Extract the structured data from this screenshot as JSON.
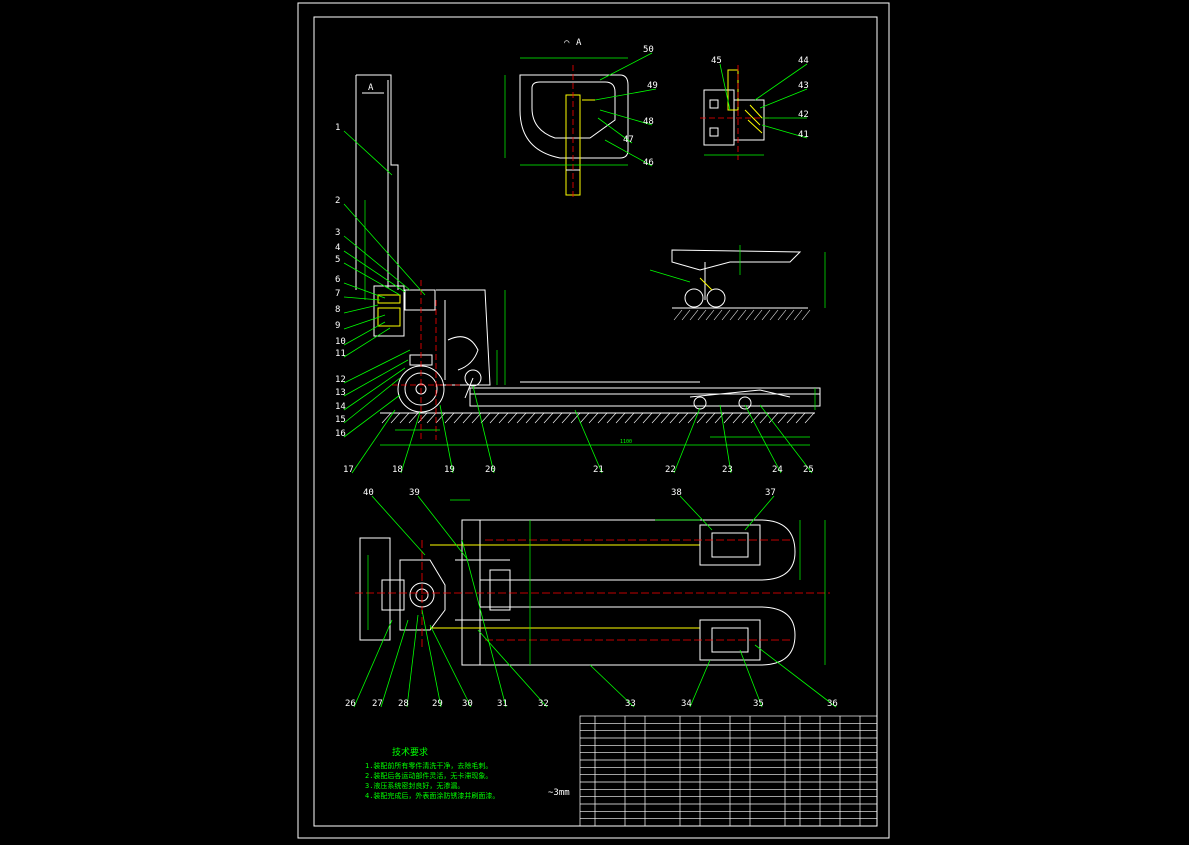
{
  "drawing": {
    "view_label": "A",
    "view_section_label": "A",
    "scale_note": "~3mm",
    "colors": {
      "background": "#000000",
      "outline": "#ffffff",
      "dimension": "#00ff00",
      "centerline": "#ff0000",
      "detail": "#ffff00"
    }
  },
  "part_numbers": [
    "1",
    "2",
    "3",
    "4",
    "5",
    "6",
    "7",
    "8",
    "9",
    "10",
    "11",
    "12",
    "13",
    "14",
    "15",
    "16",
    "17",
    "18",
    "19",
    "20",
    "21",
    "22",
    "23",
    "24",
    "25",
    "26",
    "27",
    "28",
    "29",
    "30",
    "31",
    "32",
    "33",
    "34",
    "35",
    "36",
    "37",
    "38",
    "39",
    "40",
    "41",
    "42",
    "43",
    "44",
    "45",
    "46",
    "47",
    "48",
    "49",
    "50"
  ],
  "dimensions": {
    "fork_length": "1100"
  },
  "tech_notes": {
    "title": "技术要求",
    "items": [
      "1.装配前所有零件清洗干净，去除毛刺。",
      "2.装配后各运动部件灵活，无卡滞现象。",
      "3.液压系统密封良好，无渗漏。",
      "4.装配完成后，外表面涂防锈漆并刷面漆。"
    ]
  }
}
